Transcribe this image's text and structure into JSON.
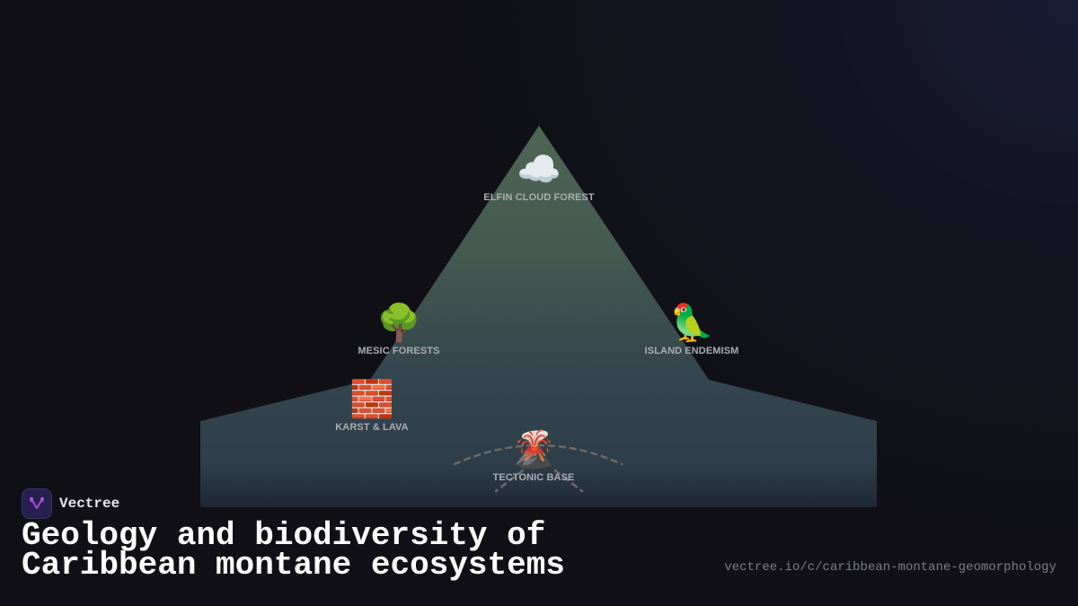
{
  "diagram": {
    "type": "mountain-zonation",
    "colors": {
      "background": "#101016",
      "mountain_top": "#4c6253",
      "mountain_mid": "#394b4e",
      "mountain_bottom": "#2c3c49",
      "label": "#a9adb1",
      "dash": "#6b6a66"
    },
    "zones": [
      {
        "id": "peak",
        "icon": "cloud-icon",
        "emoji": "☁️",
        "label": "ELFIN CLOUD FOREST"
      },
      {
        "id": "left-mid",
        "icon": "tree-icon",
        "emoji": "🌳",
        "label": "MESIC FORESTS"
      },
      {
        "id": "right-mid",
        "icon": "parrot-icon",
        "emoji": "🦜",
        "label": "ISLAND ENDEMISM"
      },
      {
        "id": "left-low",
        "icon": "brick-icon",
        "emoji": "🧱",
        "label": "KARST & LAVA"
      },
      {
        "id": "base",
        "icon": "volcano-icon",
        "emoji": "🌋",
        "label": "TECTONIC BASE"
      }
    ]
  },
  "brand": {
    "name": "Vectree",
    "accent": "#b044e0"
  },
  "title": {
    "line1": "Geology and biodiversity of",
    "line2": "Caribbean montane ecosystems"
  },
  "url": "vectree.io/c/caribbean-montane-geomorphology"
}
